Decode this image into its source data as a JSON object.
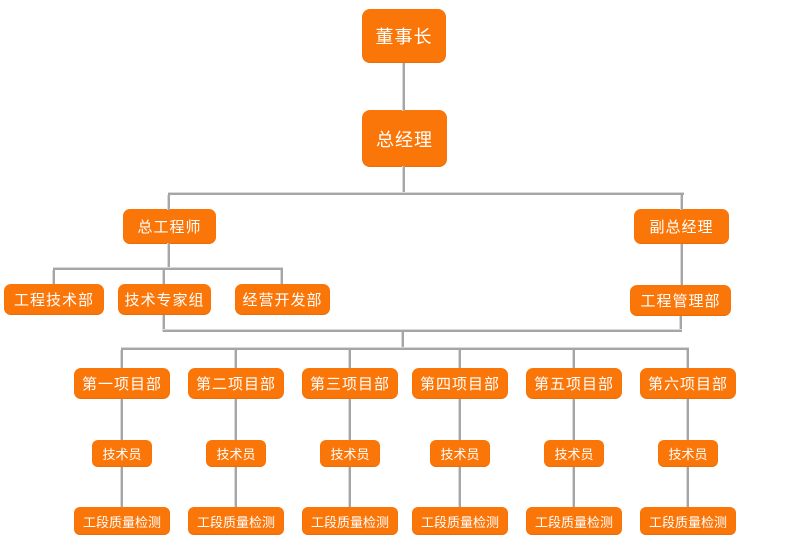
{
  "diagram": {
    "type": "org-chart",
    "colors": {
      "node_fill": "#fb7609",
      "node_text": "#ffffff",
      "connector": "#a6a6a6",
      "background": "#ffffff"
    },
    "nodes": {
      "chairman": "董事长",
      "general_manager": "总经理",
      "chief_engineer": "总工程师",
      "deputy_general_manager": "副总经理",
      "engineering_technology_dept": "工程技术部",
      "technical_expert_group": "技术专家组",
      "business_development_dept": "经营开发部",
      "engineering_management_dept": "工程管理部"
    },
    "projects": [
      {
        "dept": "第一项目部",
        "staff": "技术员",
        "inspection": "工段质量检测"
      },
      {
        "dept": "第二项目部",
        "staff": "技术员",
        "inspection": "工段质量检测"
      },
      {
        "dept": "第三项目部",
        "staff": "技术员",
        "inspection": "工段质量检测"
      },
      {
        "dept": "第四项目部",
        "staff": "技术员",
        "inspection": "工段质量检测"
      },
      {
        "dept": "第五项目部",
        "staff": "技术员",
        "inspection": "工段质量检测"
      },
      {
        "dept": "第六项目部",
        "staff": "技术员",
        "inspection": "工段质量检测"
      }
    ],
    "edges": [
      {
        "from": "董事长",
        "to": "总经理"
      },
      {
        "from": "总经理",
        "to": "总工程师"
      },
      {
        "from": "总经理",
        "to": "副总经理"
      },
      {
        "from": "总工程师",
        "to": "工程技术部"
      },
      {
        "from": "总工程师",
        "to": "技术专家组"
      },
      {
        "from": "总工程师",
        "to": "经营开发部"
      },
      {
        "from": "副总经理",
        "to": "工程管理部"
      },
      {
        "from": "技术专家组 / 工程管理部",
        "to": "第一项目部 第二项目部 第三项目部 第四项目部 第五项目部 第六项目部"
      },
      {
        "from": "第一项目部 … 第六项目部",
        "to": "技术员"
      },
      {
        "from": "技术员",
        "to": "工段质量检测"
      }
    ]
  }
}
